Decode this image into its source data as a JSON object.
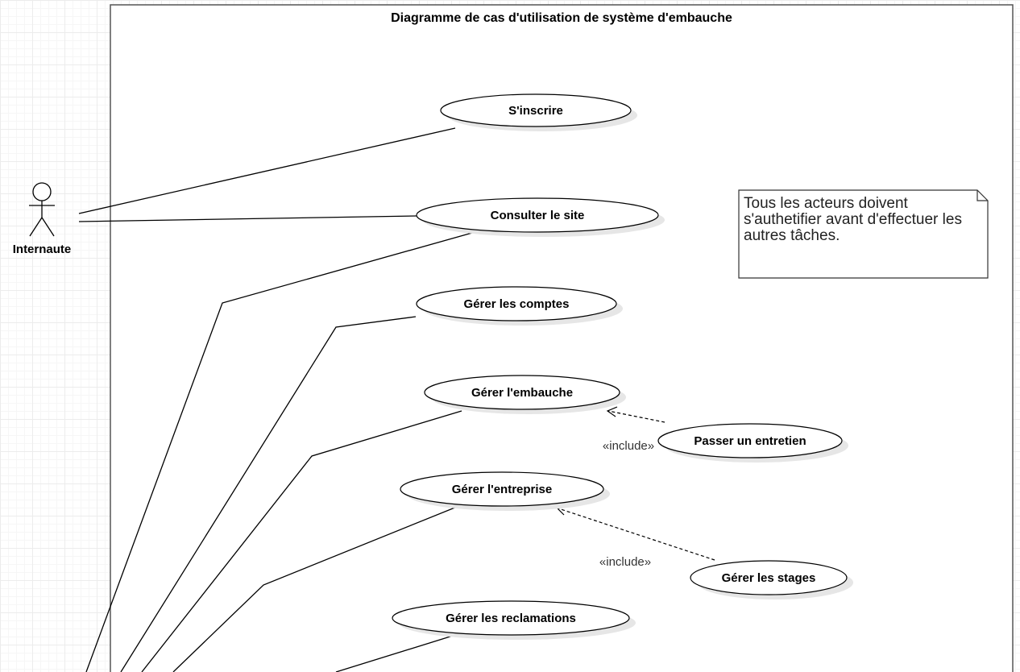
{
  "diagram": {
    "system_title": "Diagramme de cas d'utilisation de système d'embauche",
    "actors": [
      {
        "id": "internaute",
        "label": "Internaute"
      }
    ],
    "use_cases": [
      {
        "id": "sinscrire",
        "label": "S'inscrire"
      },
      {
        "id": "consulter",
        "label": "Consulter le site"
      },
      {
        "id": "comptes",
        "label": "Gérer les comptes"
      },
      {
        "id": "embauche",
        "label": "Gérer l'embauche"
      },
      {
        "id": "entretien",
        "label": "Passer un entretien"
      },
      {
        "id": "entreprise",
        "label": "Gérer l'entreprise"
      },
      {
        "id": "stages",
        "label": "Gérer les stages"
      },
      {
        "id": "reclamations",
        "label": "Gérer les reclamations"
      }
    ],
    "relationships": [
      {
        "type": "association",
        "from": "internaute",
        "to": "sinscrire"
      },
      {
        "type": "association",
        "from": "internaute",
        "to": "consulter"
      },
      {
        "type": "include",
        "from": "entretien",
        "to": "embauche",
        "label": "«include»"
      },
      {
        "type": "include",
        "from": "stages",
        "to": "entreprise",
        "label": "«include»"
      }
    ],
    "note": {
      "lines": [
        "Tous les acteurs doivent",
        "s'authetifier avant d'effectuer les",
        "autres tâches."
      ]
    }
  }
}
